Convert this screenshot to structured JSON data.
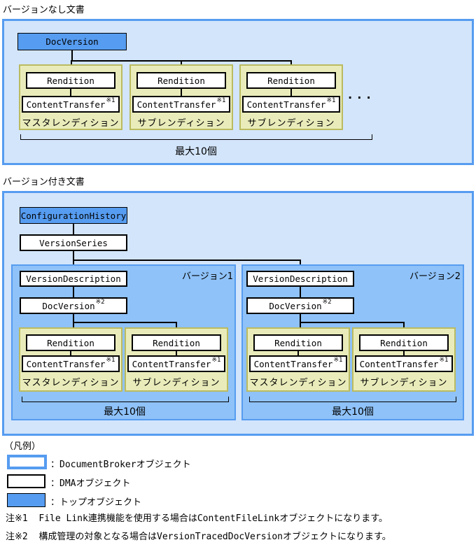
{
  "colors": {
    "accent_blue": "#569CF0",
    "light_blue_fill": "#D3E5FB",
    "mid_blue_fill": "#8FC2F8",
    "rendition_group_fill": "#E9ECBA",
    "rendition_group_border": "#BBBB60"
  },
  "section_versionless": {
    "title": "バージョンなし文書",
    "doc_version": "DocVersion",
    "groups": [
      {
        "rendition": "Rendition",
        "content_transfer": "ContentTransfer",
        "ref": "※1",
        "label": "マスタレンディション"
      },
      {
        "rendition": "Rendition",
        "content_transfer": "ContentTransfer",
        "ref": "※1",
        "label": "サブレンディション"
      },
      {
        "rendition": "Rendition",
        "content_transfer": "ContentTransfer",
        "ref": "※1",
        "label": "サブレンディション"
      }
    ],
    "ellipsis": "...",
    "max_count_label": "最大10個"
  },
  "section_versioned": {
    "title": "バージョン付き文書",
    "configuration_history": "ConfigurationHistory",
    "version_series": "VersionSeries",
    "versions": [
      {
        "label": "バージョン1",
        "version_description": "VersionDescription",
        "doc_version": "DocVersion",
        "doc_version_ref": "※2",
        "groups": [
          {
            "rendition": "Rendition",
            "content_transfer": "ContentTransfer",
            "ref": "※1",
            "label": "マスタレンディション"
          },
          {
            "rendition": "Rendition",
            "content_transfer": "ContentTransfer",
            "ref": "※1",
            "label": "サブレンディション"
          }
        ],
        "max_count_label": "最大10個"
      },
      {
        "label": "バージョン2",
        "version_description": "VersionDescription",
        "doc_version": "DocVersion",
        "doc_version_ref": "※2",
        "groups": [
          {
            "rendition": "Rendition",
            "content_transfer": "ContentTransfer",
            "ref": "※1",
            "label": "マスタレンディション"
          },
          {
            "rendition": "Rendition",
            "content_transfer": "ContentTransfer",
            "ref": "※1",
            "label": "サブレンディション"
          }
        ],
        "max_count_label": "最大10個"
      }
    ]
  },
  "legend": {
    "title": "（凡例）",
    "items": [
      {
        "label": "：DocumentBrokerオブジェクト"
      },
      {
        "label": "：DMAオブジェクト"
      },
      {
        "label": "：トップオブジェクト"
      }
    ]
  },
  "notes": [
    {
      "ref": "注※1",
      "text": "File Link連携機能を使用する場合はContentFileLinkオブジェクトになります。"
    },
    {
      "ref": "注※2",
      "text": "構成管理の対象となる場合はVersionTracedDocVersionオブジェクトになります。"
    }
  ]
}
